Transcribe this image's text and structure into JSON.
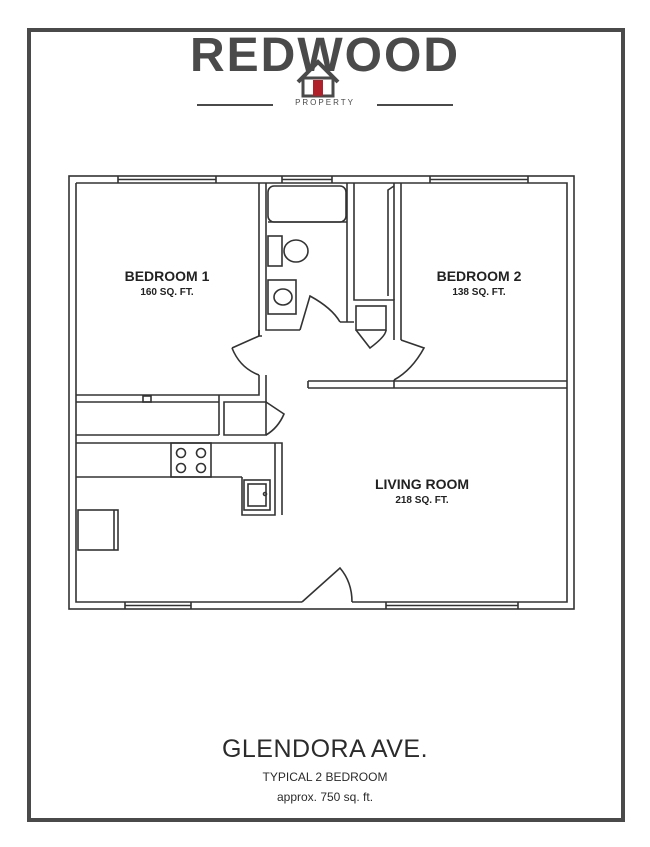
{
  "brand": {
    "name": "REDWOOD",
    "sub": "PROPERTY",
    "colors": {
      "text": "#4a4a4a",
      "door": "#b0202a"
    }
  },
  "rooms": {
    "bedroom1": {
      "name": "BEDROOM 1",
      "area": "160 SQ. FT."
    },
    "bedroom2": {
      "name": "BEDROOM 2",
      "area": "138 SQ. FT."
    },
    "living": {
      "name": "LIVING ROOM",
      "area": "218 SQ. FT."
    }
  },
  "footer": {
    "address": "GLENDORA AVE.",
    "type": "TYPICAL 2 BEDROOM",
    "approx": "approx. 750 sq. ft."
  }
}
